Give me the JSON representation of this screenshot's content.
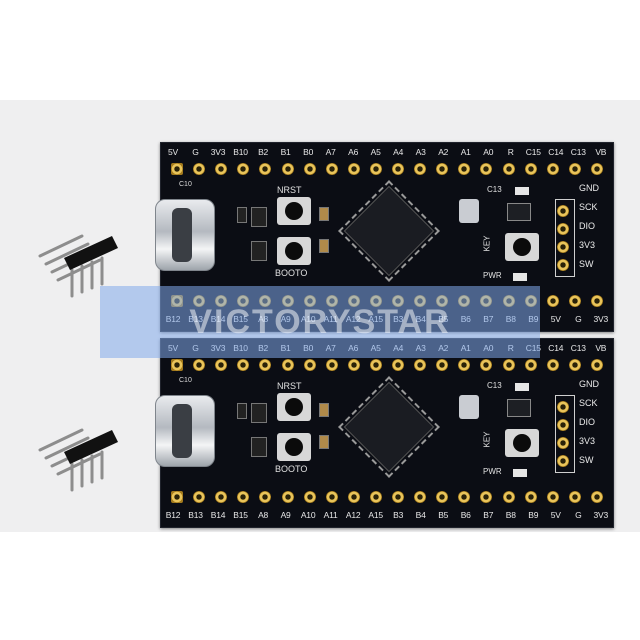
{
  "board": {
    "top_labels": [
      "5V",
      "G",
      "3V3",
      "B10",
      "B2",
      "B1",
      "B0",
      "A7",
      "A6",
      "A5",
      "A4",
      "A3",
      "A2",
      "A1",
      "A0",
      "R",
      "C15",
      "C14",
      "C13",
      "VB"
    ],
    "bottom_labels": [
      "B12",
      "B13",
      "B14",
      "B15",
      "A8",
      "A9",
      "A10",
      "A11",
      "A12",
      "A15",
      "B3",
      "B4",
      "B5",
      "B6",
      "B7",
      "B8",
      "B9",
      "5V",
      "G",
      "3V3"
    ],
    "swd_labels": [
      "GND",
      "SCK",
      "DIO",
      "3V3",
      "SW"
    ],
    "nrst": "NRST",
    "boot": "BOOTO",
    "key": "KEY",
    "pwr": "PWR",
    "c13": "C13",
    "c10": "C10"
  },
  "watermark": "VICTORYSTAR",
  "colors": {
    "pcb": "#0b0d14",
    "pad": "#e9c45a",
    "watermark": "#82aaeb"
  }
}
